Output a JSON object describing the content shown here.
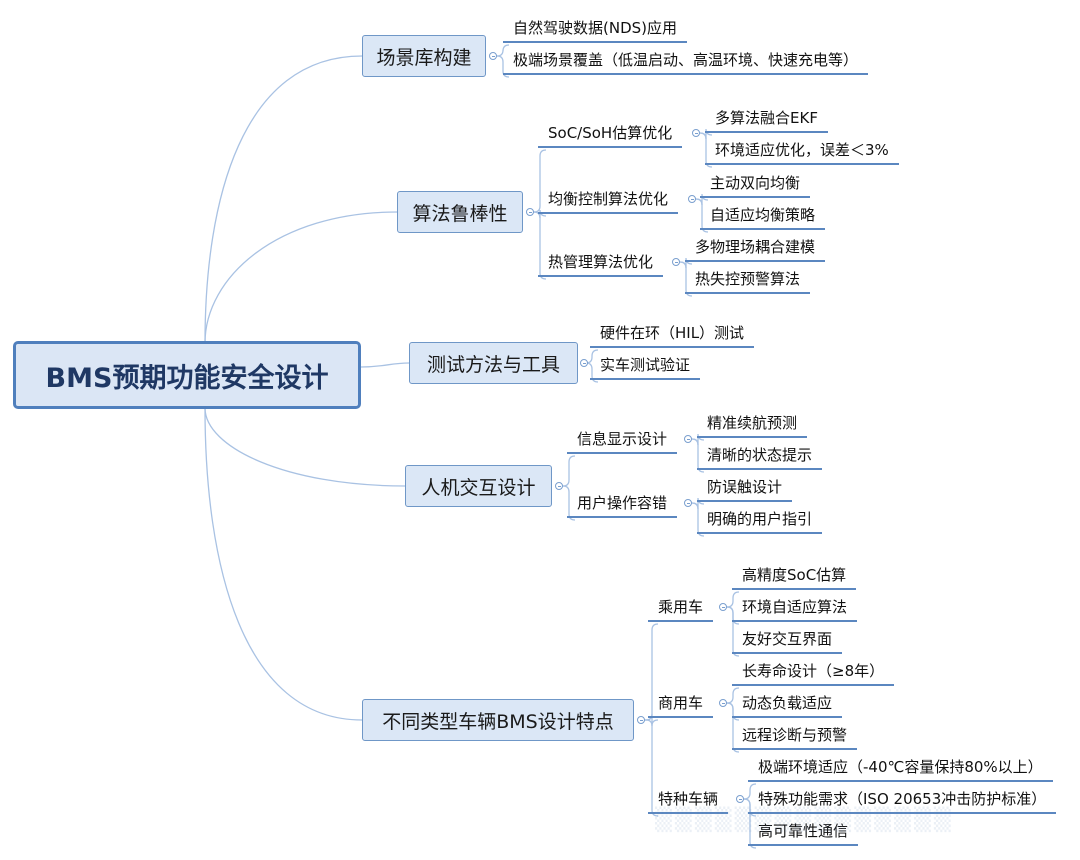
{
  "root": "BMS预期功能安全设计",
  "branches": [
    {
      "label": "场景库构建",
      "children": [
        {
          "label": "自然驾驶数据(NDS)应用"
        },
        {
          "label": "极端场景覆盖（低温启动、高温环境、快速充电等）"
        }
      ]
    },
    {
      "label": "算法鲁棒性",
      "children": [
        {
          "label": "SoC/SoH估算优化",
          "children": [
            {
              "label": "多算法融合EKF"
            },
            {
              "label": "环境适应优化，误差＜3%"
            }
          ]
        },
        {
          "label": "均衡控制算法优化",
          "children": [
            {
              "label": "主动双向均衡"
            },
            {
              "label": "自适应均衡策略"
            }
          ]
        },
        {
          "label": "热管理算法优化",
          "children": [
            {
              "label": "多物理场耦合建模"
            },
            {
              "label": "热失控预警算法"
            }
          ]
        }
      ]
    },
    {
      "label": "测试方法与工具",
      "children": [
        {
          "label": "硬件在环（HIL）测试"
        },
        {
          "label": "实车测试验证"
        }
      ]
    },
    {
      "label": "人机交互设计",
      "children": [
        {
          "label": "信息显示设计",
          "children": [
            {
              "label": "精准续航预测"
            },
            {
              "label": "清晰的状态提示"
            }
          ]
        },
        {
          "label": "用户操作容错",
          "children": [
            {
              "label": "防误触设计"
            },
            {
              "label": "明确的用户指引"
            }
          ]
        }
      ]
    },
    {
      "label": "不同类型车辆BMS设计特点",
      "children": [
        {
          "label": "乘用车",
          "children": [
            {
              "label": "高精度SoC估算"
            },
            {
              "label": "环境自适应算法"
            },
            {
              "label": "友好交互界面"
            }
          ]
        },
        {
          "label": "商用车",
          "children": [
            {
              "label": "长寿命设计（≥8年）"
            },
            {
              "label": "动态负载适应"
            },
            {
              "label": "远程诊断与预警"
            }
          ]
        },
        {
          "label": "特种车辆",
          "children": [
            {
              "label": "极端环境适应（-40℃容量保持80%以上）"
            },
            {
              "label": "特殊功能需求（ISO 20653冲击防护标准）"
            },
            {
              "label": "高可靠性通信"
            }
          ]
        }
      ]
    }
  ],
  "colors": {
    "box_fill": "#dbe7f6",
    "box_border": "#6f97c7",
    "root_border": "#4f7fbd",
    "connector": "#a9c2e3",
    "underline": "#5b87c0"
  }
}
